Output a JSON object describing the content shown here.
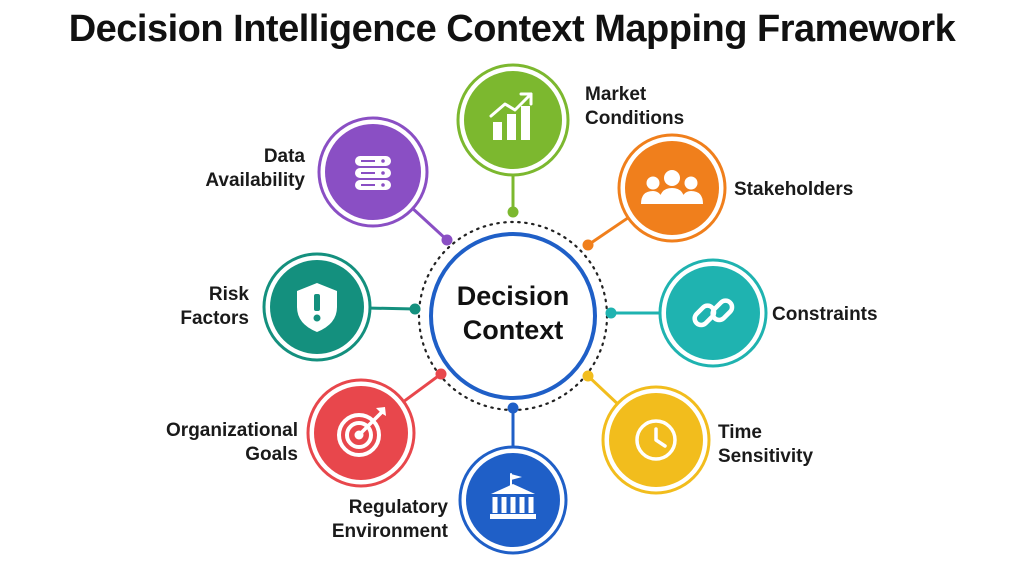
{
  "title": "Decision Intelligence Context Mapping Framework",
  "center": {
    "line1": "Decision",
    "line2": "Context"
  },
  "nodes": [
    {
      "id": "market",
      "line1": "Market",
      "line2": "Conditions",
      "icon": "bar-chart-growth-icon",
      "color": "#7cb82f"
    },
    {
      "id": "stakeholders",
      "line1": "Stakeholders",
      "line2": "",
      "icon": "people-group-icon",
      "color": "#f07f1c"
    },
    {
      "id": "constraints",
      "line1": "Constraints",
      "line2": "",
      "icon": "chain-link-icon",
      "color": "#1fb3b0"
    },
    {
      "id": "time",
      "line1": "Time",
      "line2": "Sensitivity",
      "icon": "clock-icon",
      "color": "#f2bd1d"
    },
    {
      "id": "regulatory",
      "line1": "Regulatory",
      "line2": "Environment",
      "icon": "government-building-icon",
      "color": "#1f5fc7"
    },
    {
      "id": "goals",
      "line1": "Organizational",
      "line2": "Goals",
      "icon": "target-icon",
      "color": "#e8474c"
    },
    {
      "id": "risk",
      "line1": "Risk",
      "line2": "Factors",
      "icon": "shield-alert-icon",
      "color": "#14907e"
    },
    {
      "id": "data",
      "line1": "Data",
      "line2": "Availability",
      "icon": "database-icon",
      "color": "#8a4fc4"
    }
  ],
  "colors": {
    "center_ring": "#1f5fc7",
    "dotted_ring": "#222222"
  }
}
